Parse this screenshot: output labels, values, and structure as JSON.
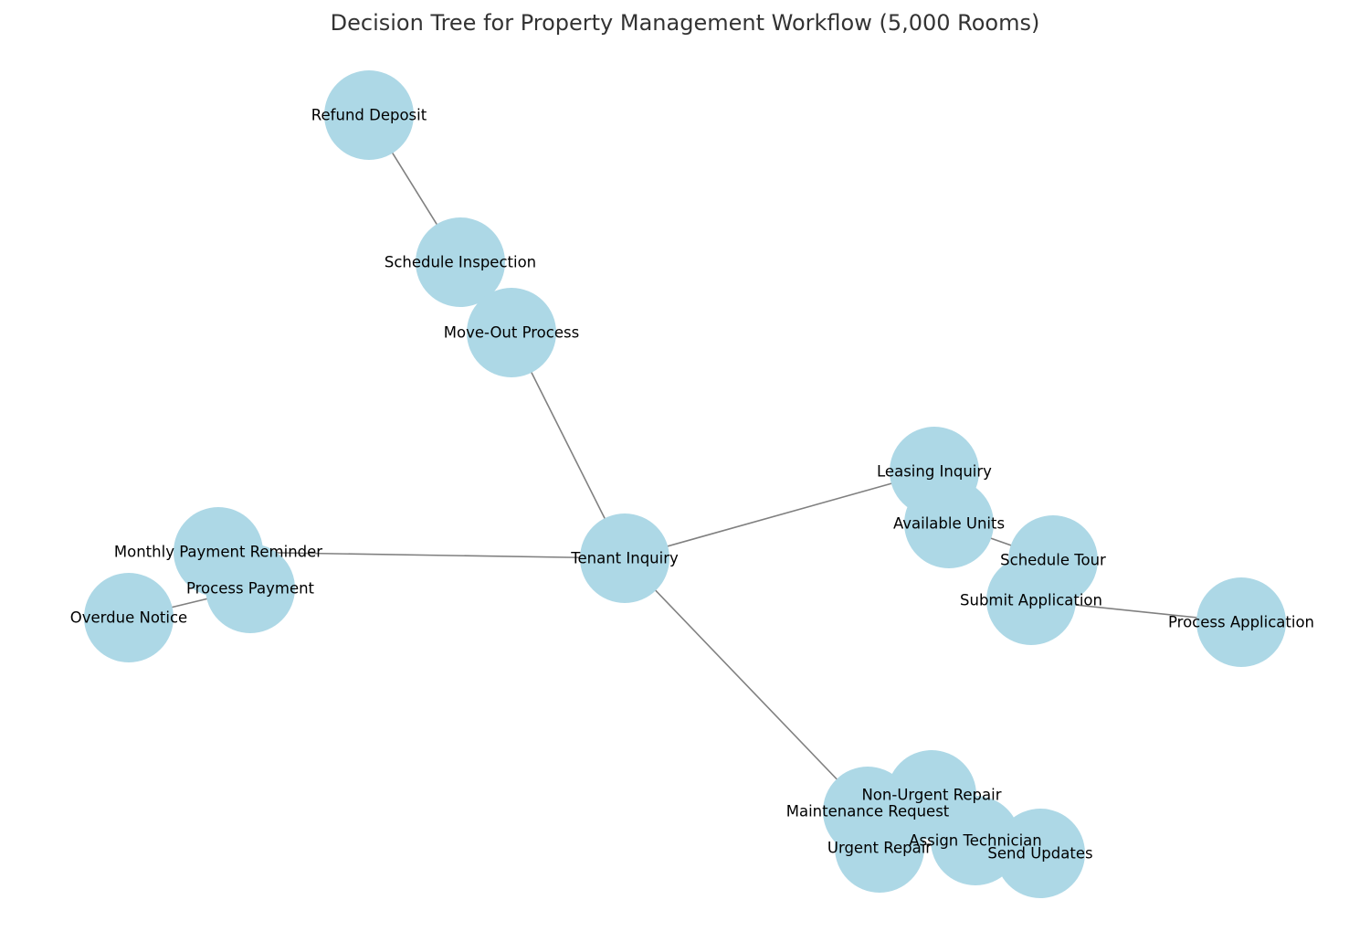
{
  "title": "Decision Tree for Property Management Workflow (5,000 Rooms)",
  "colors": {
    "node_fill": "#add8e6",
    "edge": "#808080",
    "label": "#000000",
    "title": "#333333"
  },
  "nodes": [
    {
      "id": "refund_deposit",
      "label": "Refund Deposit"
    },
    {
      "id": "schedule_inspection",
      "label": "Schedule Inspection"
    },
    {
      "id": "move_out_process",
      "label": "Move-Out Process"
    },
    {
      "id": "leasing_inquiry",
      "label": "Leasing Inquiry"
    },
    {
      "id": "available_units",
      "label": "Available Units"
    },
    {
      "id": "schedule_tour",
      "label": "Schedule Tour"
    },
    {
      "id": "submit_application",
      "label": "Submit Application"
    },
    {
      "id": "process_application",
      "label": "Process Application"
    },
    {
      "id": "monthly_payment_reminder",
      "label": "Monthly Payment Reminder"
    },
    {
      "id": "process_payment",
      "label": "Process Payment"
    },
    {
      "id": "overdue_notice",
      "label": "Overdue Notice"
    },
    {
      "id": "tenant_inquiry",
      "label": "Tenant Inquiry"
    },
    {
      "id": "non_urgent_repair",
      "label": "Non-Urgent Repair"
    },
    {
      "id": "maintenance_request",
      "label": "Maintenance Request"
    },
    {
      "id": "urgent_repair",
      "label": "Urgent Repair"
    },
    {
      "id": "assign_technician",
      "label": "Assign Technician"
    },
    {
      "id": "send_updates",
      "label": "Send Updates"
    }
  ],
  "edges": [
    {
      "from": "tenant_inquiry",
      "to": "move_out_process"
    },
    {
      "from": "tenant_inquiry",
      "to": "leasing_inquiry"
    },
    {
      "from": "tenant_inquiry",
      "to": "monthly_payment_reminder"
    },
    {
      "from": "tenant_inquiry",
      "to": "maintenance_request"
    },
    {
      "from": "move_out_process",
      "to": "schedule_inspection"
    },
    {
      "from": "schedule_inspection",
      "to": "refund_deposit"
    },
    {
      "from": "leasing_inquiry",
      "to": "available_units"
    },
    {
      "from": "available_units",
      "to": "schedule_tour"
    },
    {
      "from": "schedule_tour",
      "to": "submit_application"
    },
    {
      "from": "submit_application",
      "to": "process_application"
    },
    {
      "from": "monthly_payment_reminder",
      "to": "process_payment"
    },
    {
      "from": "process_payment",
      "to": "overdue_notice"
    },
    {
      "from": "maintenance_request",
      "to": "non_urgent_repair"
    },
    {
      "from": "maintenance_request",
      "to": "urgent_repair"
    },
    {
      "from": "non_urgent_repair",
      "to": "assign_technician"
    },
    {
      "from": "urgent_repair",
      "to": "assign_technician"
    },
    {
      "from": "assign_technician",
      "to": "send_updates"
    }
  ]
}
